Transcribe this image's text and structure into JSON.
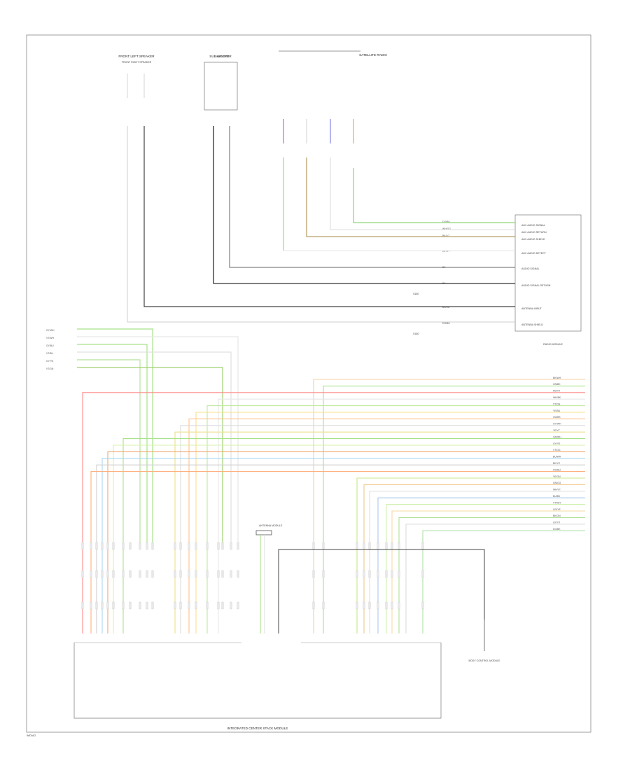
{
  "diagram": {
    "page_ref": "W/DIAG",
    "components": {
      "front_left_speaker": "FRONT LEFT SPEAKER",
      "front_right_speaker": "FRONT RIGHT SPEAKER",
      "sub_woofer": "SUB WOOFER",
      "radio_module": "RADIO MODULE",
      "amplifier": "AMPLIFIER",
      "satellite_radio": "SATELLITE RADIO",
      "antenna_module": "ANTENNA MODULE",
      "body_module": "BODY CONTROL MODULE",
      "bottom_module": "INTEGRATED CENTER STACK MODULE",
      "splice_labels": [
        "S150",
        "S160"
      ]
    },
    "right_module_pins": [
      "AUX AUDIO SIGNAL",
      "AUX AUDIO RETURN",
      "AUX AUDIO SHIELD",
      "AUX AUDIO DETECT",
      "AUDIO SIGNAL",
      "AUDIO SIGNAL RETURN",
      "ANTENNA INPUT",
      "ANTENNA SHIELD"
    ],
    "left_bus_wires": [
      "GY/WH",
      "VT/WH",
      "GY/BU",
      "VT/BU",
      "GY/YE",
      "VT/GN"
    ],
    "right_bus_wires": [
      "BK/WH",
      "GN/BK",
      "RD/VT",
      "WH/BK",
      "VT/GN",
      "YE/BU",
      "OG/BK",
      "GY/WH",
      "YE/VT",
      "GN/WH",
      "GY/YE",
      "VT/OG",
      "BU/WH",
      "BK/YE",
      "OG/BU",
      "YE/GN",
      "GN/OG",
      "WH/VT",
      "BU/BK",
      "VT/WH",
      "OG/YE",
      "BK/GN",
      "GY/VT",
      "DG/BK"
    ],
    "right_module_wire_codes": [
      "DG/BU",
      "WH/OG",
      "BK/LG",
      "GY/VT",
      "BK",
      "BK",
      "BK/RD",
      "DG/BU"
    ]
  }
}
